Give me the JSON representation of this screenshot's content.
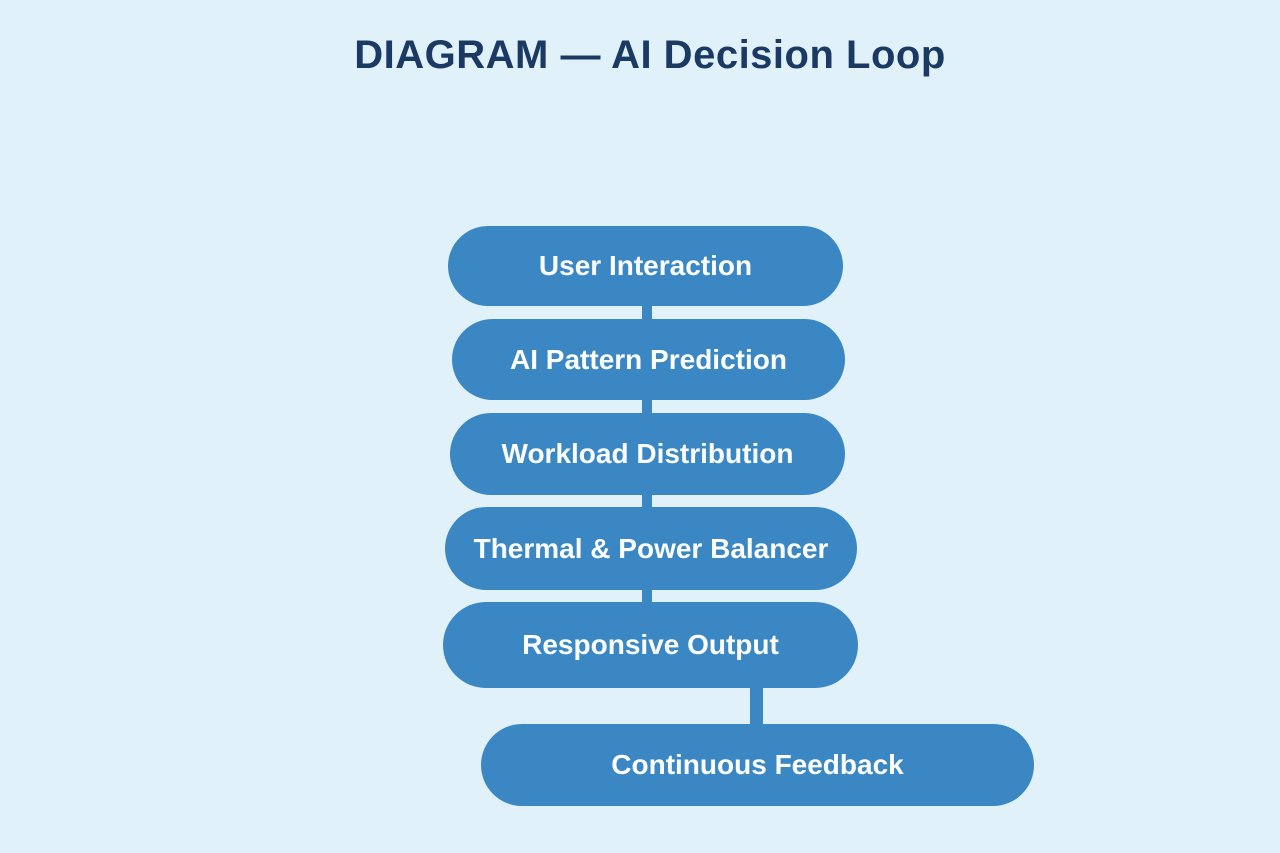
{
  "title": "DIAGRAM — AI Decision Loop",
  "diagram": {
    "type": "vertical-flow",
    "steps": [
      {
        "label": "User Interaction"
      },
      {
        "label": "AI Pattern Prediction"
      },
      {
        "label": "Workload Distribution"
      },
      {
        "label": "Thermal & Power Balancer"
      },
      {
        "label": "Responsive Output"
      },
      {
        "label": "Continuous Feedback"
      }
    ],
    "connections": [
      {
        "from": "User Interaction",
        "to": "AI Pattern Prediction"
      },
      {
        "from": "AI Pattern Prediction",
        "to": "Workload Distribution"
      },
      {
        "from": "Workload Distribution",
        "to": "Thermal & Power Balancer"
      },
      {
        "from": "Thermal & Power Balancer",
        "to": "Responsive Output"
      },
      {
        "from": "Responsive Output",
        "to": "Continuous Feedback"
      }
    ]
  },
  "colors": {
    "background": "#e1f1f9",
    "node_fill": "#3b87c3",
    "node_text": "#fbfdfe",
    "title_text": "#1a3a63"
  }
}
